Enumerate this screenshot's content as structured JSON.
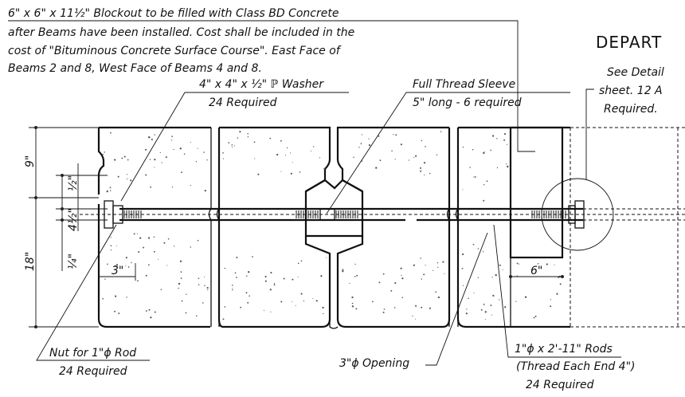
{
  "header": {
    "partial_title": "DEPART"
  },
  "notes": {
    "blockout": [
      "6\" x 6\" x 11½\" Blockout to be filled with Class BD Concrete",
      "after Beams have been installed.  Cost shall be included in the",
      "cost of  \"Bituminous Concrete Surface Course\". East Face of",
      "Beams 2 and 8, West Face of Beams 4 and 8."
    ],
    "washer": [
      "4\" x 4\" x ½\" ℙ Washer",
      "24 Required"
    ],
    "sleeve": [
      "Full Thread Sleeve",
      "5\" long - 6 required"
    ],
    "see_detail": [
      "See Detail",
      "sheet. 12 A",
      "Required."
    ],
    "nut": [
      "Nut for 1\"ϕ Rod",
      "24 Required"
    ],
    "opening": "3\"ϕ Opening",
    "rods": [
      "1\"ϕ x 2'-11\" Rods",
      "(Thread Each End 4\")",
      "24 Required"
    ]
  },
  "dimensions": {
    "top": "9\"",
    "half_top": "½\"",
    "mid": "4½\"",
    "quarter": "¼\"",
    "bottom": "18\"",
    "left_offset": "3\"",
    "right_offset": "6\""
  }
}
